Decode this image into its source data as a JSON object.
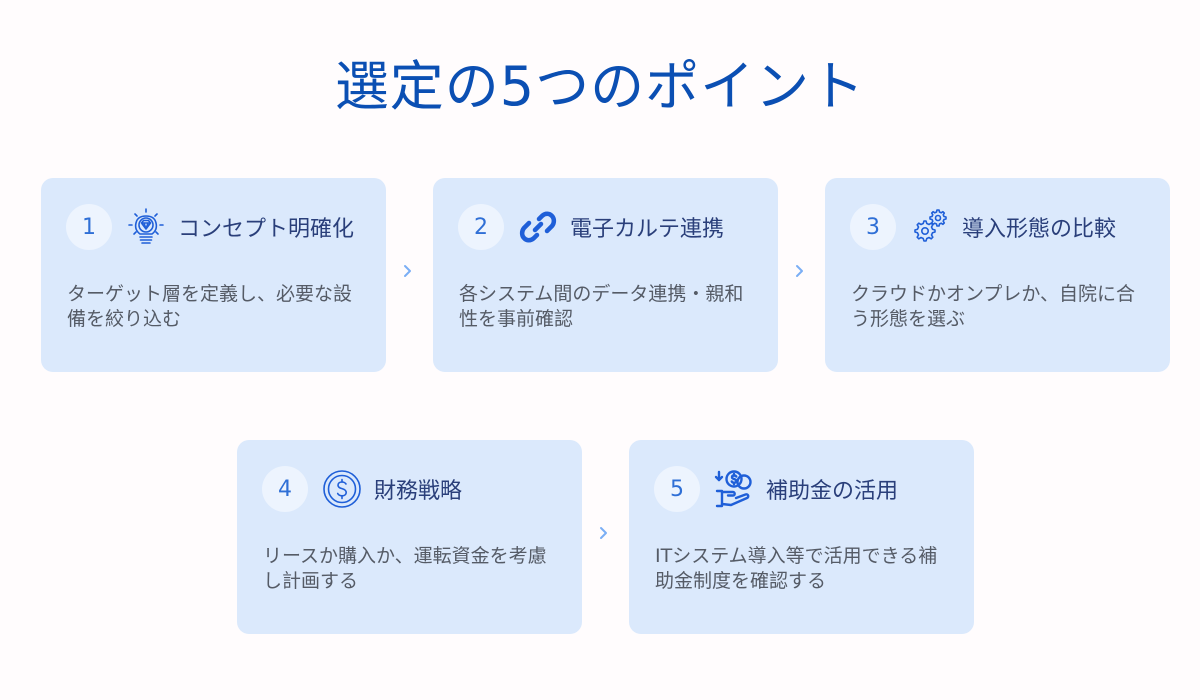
{
  "title": "選定の5つのポイント",
  "colors": {
    "title": "#0b4fb3",
    "card_bg": "#dbe9fc",
    "number_circle_bg": "#edf4fe",
    "number_text": "#2f6fd6",
    "icon": "#1f5fd8",
    "card_title": "#2a3f7a",
    "card_desc": "#555b66",
    "chevron": "#7aaef5"
  },
  "points": [
    {
      "number": "1",
      "icon": "lightbulb-diamond-icon",
      "title": "コンセプト明確化",
      "description": "ターゲット層を定義し、必要な設備を絞り込む"
    },
    {
      "number": "2",
      "icon": "link-icon",
      "title": "電子カルテ連携",
      "description": "各システム間のデータ連携・親和性を事前確認"
    },
    {
      "number": "3",
      "icon": "gears-icon",
      "title": "導入形態の比較",
      "description": "クラウドかオンプレか、自院に合う形態を選ぶ"
    },
    {
      "number": "4",
      "icon": "dollar-coin-icon",
      "title": "財務戦略",
      "description": "リースか購入か、運転資金を考慮し計画する"
    },
    {
      "number": "5",
      "icon": "hand-coins-icon",
      "title": "補助金の活用",
      "description": "ITシステム導入等で活用できる補助金制度を確認する"
    }
  ],
  "connectors": [
    {
      "icon": "chevron-right-icon",
      "from": "1",
      "to": "2"
    },
    {
      "icon": "chevron-right-icon",
      "from": "2",
      "to": "3"
    },
    {
      "icon": "chevron-right-icon",
      "from": "4",
      "to": "5"
    }
  ]
}
